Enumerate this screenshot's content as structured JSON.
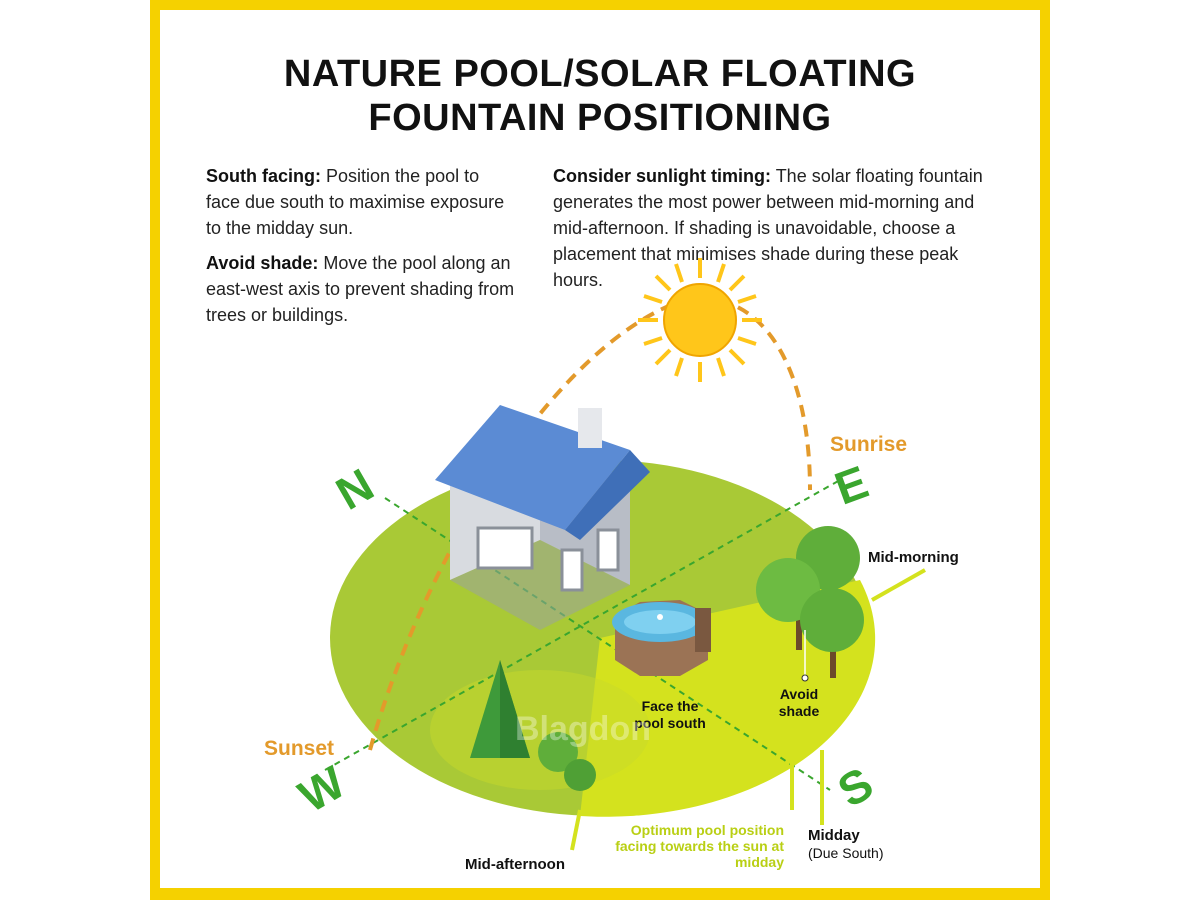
{
  "title": {
    "line1": "NATURE POOL/SOLAR FLOATING",
    "line2": "FOUNTAIN POSITIONING"
  },
  "tips": {
    "south_facing": {
      "heading": "South facing:",
      "text": "Position the pool to face due south to maximise exposure to the midday sun."
    },
    "avoid_shade": {
      "heading": "Avoid shade:",
      "text": "Move the pool along an east-west axis to prevent shading from trees or buildings."
    },
    "sunlight_timing": {
      "heading": "Consider sunlight timing:",
      "text": "The solar floating fountain generates the most power between mid-morning and mid-afternoon. If shading is unavoidable, choose a placement that minimises shade during these peak hours."
    }
  },
  "compass": {
    "n": "N",
    "e": "E",
    "s": "S",
    "w": "W"
  },
  "labels": {
    "sunrise": "Sunrise",
    "sunset": "Sunset",
    "mid_morning": "Mid-morning",
    "mid_afternoon": "Mid-afternoon",
    "avoid_shade": "Avoid shade",
    "face_pool_south": "Face the pool south",
    "midday": "Midday",
    "due_south": "(Due South)",
    "optimum": "Optimum pool position facing towards the sun at midday",
    "watermark": "Blagdon"
  },
  "colors": {
    "frame": "#f5d100",
    "ground": "#a9c936",
    "ground_light": "#d4e21e",
    "compass": "#3aa62e",
    "sun_path": "#e39a2b",
    "sun": "#ffc61a",
    "roof": "#5b8bd4"
  }
}
